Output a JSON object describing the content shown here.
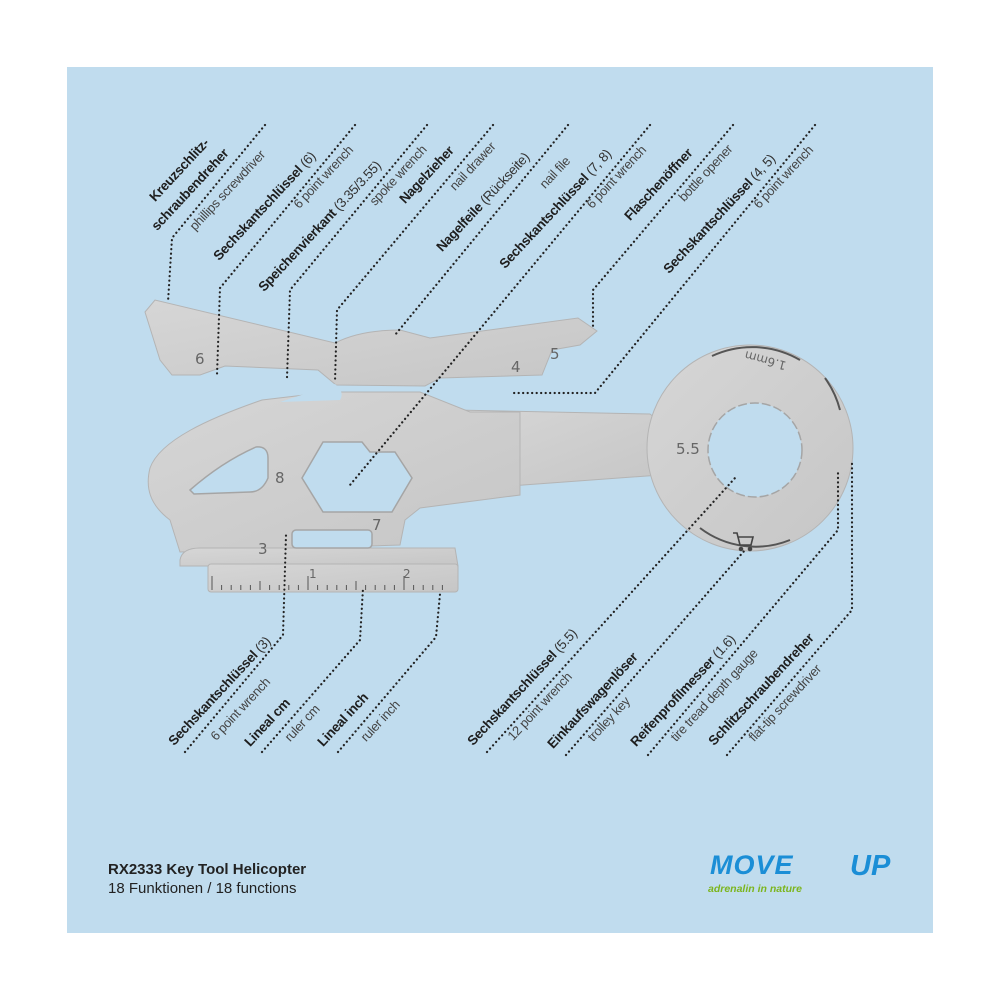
{
  "product": {
    "title": "RX2333 Key Tool Helicopter",
    "subtitle": "18 Funktionen / 18 functions"
  },
  "logo": {
    "main": "MOVE",
    "up": "UP",
    "tagline": "adrenalin in nature",
    "blue": "#1b8ed6",
    "green": "#7cb51e"
  },
  "labels": {
    "top": [
      {
        "name": "Kreuzschlitz-",
        "name2": "schraubendreher",
        "spec": "",
        "en": "phillips screwdriver"
      },
      {
        "name": "Sechskantschlüssel",
        "spec": " (6)",
        "en": "6 point wrench"
      },
      {
        "name": "Speichenvierkant",
        "spec": " (3.35/3.55)",
        "en": "spoke wrench"
      },
      {
        "name": "Nagelzieher",
        "spec": "",
        "en": "nail drawer"
      },
      {
        "name": "Nagelfeile",
        "spec": " (Rückseite)",
        "en": "nail file"
      },
      {
        "name": "Sechskantschlüssel",
        "spec": " (7, 8)",
        "en": "6 point wrench"
      },
      {
        "name": "Flaschenöffner",
        "spec": "",
        "en": "bottle opener"
      },
      {
        "name": "Sechskantschlüssel",
        "spec": " (4, 5)",
        "en": "6 point wrench"
      }
    ],
    "bottom": [
      {
        "name": "Sechskantschlüssel",
        "spec": " (3)",
        "en": "6 point wrench"
      },
      {
        "name": "Lineal cm",
        "spec": "",
        "en": "ruler cm"
      },
      {
        "name": "Lineal inch",
        "spec": "",
        "en": "ruler inch"
      },
      {
        "name": "Sechskantschlüssel",
        "spec": " (5.5)",
        "en": "12 point wrench"
      },
      {
        "name": "Einkaufswagenlöser",
        "spec": "",
        "en": "trolley key"
      },
      {
        "name": "Reifenprofilmesser",
        "spec": " (1.6)",
        "en": "tire tread depth gauge"
      },
      {
        "name": "Schlitzschraubendreher",
        "spec": "",
        "en": "flat-tip screwdriver"
      }
    ]
  },
  "tool_markings": {
    "m6": "6",
    "m4": "4",
    "m5": "5",
    "m55": "5.5",
    "m8": "8",
    "m7": "7",
    "m3": "3",
    "ruler1": "1",
    "ruler2": "2",
    "gauge": "1.6mm"
  },
  "colors": {
    "background": "#c0dcee",
    "tool": "#cfcfcf"
  }
}
